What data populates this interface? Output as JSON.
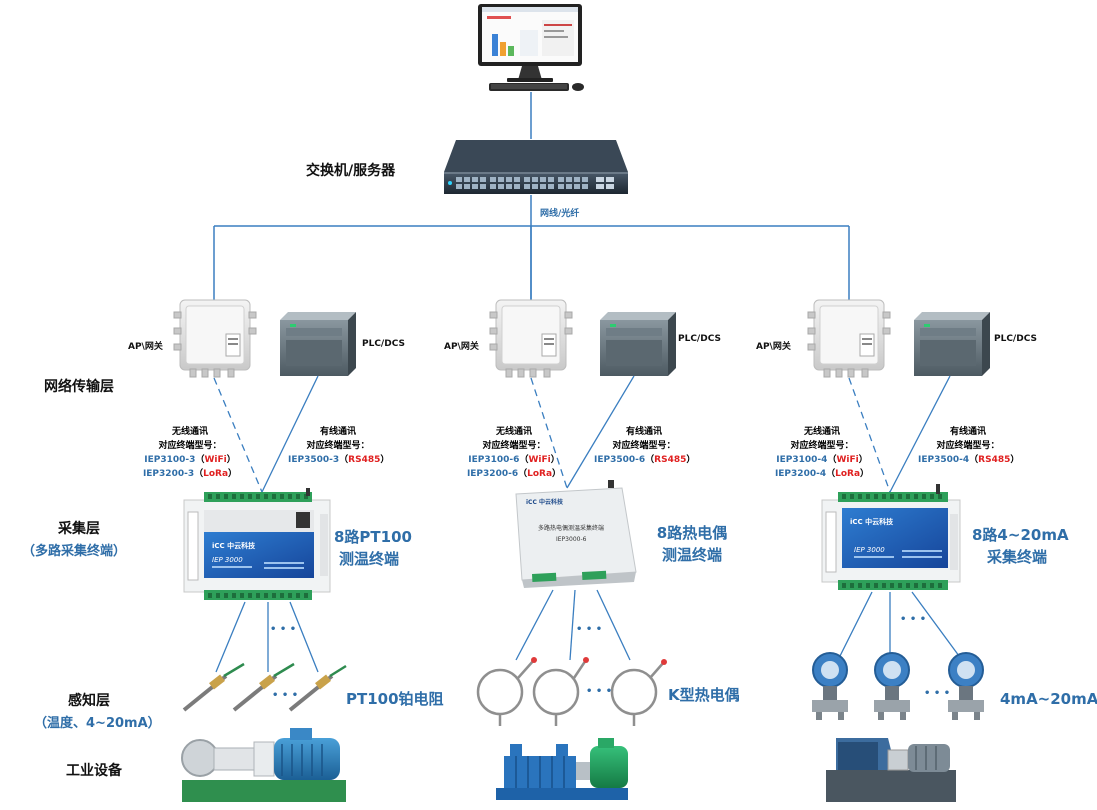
{
  "top": {
    "switch_label": "交换机/服务器",
    "network_label": "网线/光纤"
  },
  "layers": {
    "network": "网络传输层",
    "acquisition": "采集层",
    "acquisition_sub": "（多路采集终端）",
    "sensing": "感知层",
    "sensing_sub": "（温度、4~20mA）",
    "equipment": "工业设备"
  },
  "columns": [
    {
      "ap_label": "AP\\网关",
      "plc_label": "PLC/DCS",
      "wireless_title": "无线通讯",
      "wireless_sub": "对应终端型号：",
      "wireless_models": [
        {
          "pre": "IEP31",
          "mid": "00-3",
          "tag": "（",
          "proto": "WiFi",
          "end": "）"
        },
        {
          "pre": "IEP32",
          "mid": "00-3",
          "tag": "（",
          "proto": "LoRa",
          "end": "）"
        }
      ],
      "wired_title": "有线通讯",
      "wired_sub": "对应终端型号：",
      "wired_model": {
        "pre": "IEP35",
        "mid": "00-3",
        "tag": "（",
        "proto": "RS485",
        "end": "）"
      },
      "terminal_line1": "8路PT100",
      "terminal_line2": "测温终端",
      "device_text": "IEP 3000",
      "sensor_label": "PT100铂电阻"
    },
    {
      "ap_label": "AP\\网关",
      "plc_label": "PLC/DCS",
      "wireless_title": "无线通讯",
      "wireless_sub": "对应终端型号：",
      "wireless_models": [
        {
          "pre": "IEP31",
          "mid": "00-6",
          "tag": "（",
          "proto": "WiFi",
          "end": "）"
        },
        {
          "pre": "IEP32",
          "mid": "00-6",
          "tag": "（",
          "proto": "LoRa",
          "end": "）"
        }
      ],
      "wired_title": "有线通讯",
      "wired_sub": "对应终端型号：",
      "wired_model": {
        "pre": "IEP35",
        "mid": "00-6",
        "tag": "（",
        "proto": "RS485",
        "end": "）"
      },
      "terminal_line1": "8路热电偶",
      "terminal_line2": "测温终端",
      "device_text": "多路热电偶测温采集终端",
      "device_text2": "IEP3000-6",
      "sensor_label": "K型热电偶"
    },
    {
      "ap_label": "AP\\网关",
      "plc_label": "PLC/DCS",
      "wireless_title": "无线通讯",
      "wireless_sub": "对应终端型号：",
      "wireless_models": [
        {
          "pre": "IEP31",
          "mid": "00-4",
          "tag": "（",
          "proto": "WiFi",
          "end": "）"
        },
        {
          "pre": "IEP32",
          "mid": "00-4",
          "tag": "（",
          "proto": "LoRa",
          "end": "）"
        }
      ],
      "wired_title": "有线通讯",
      "wired_sub": "对应终端型号：",
      "wired_model": {
        "pre": "IEP35",
        "mid": "00-4",
        "tag": "（",
        "proto": "RS485",
        "end": "）"
      },
      "terminal_line1": "8路4~20mA",
      "terminal_line2": "采集终端",
      "device_text": "IEP 3000",
      "sensor_label": "4mA~20mA"
    }
  ],
  "dots": "• • •",
  "colors": {
    "line": "#3a7ec0",
    "accent": "#2f6ea8",
    "protocol": "#e02020"
  }
}
